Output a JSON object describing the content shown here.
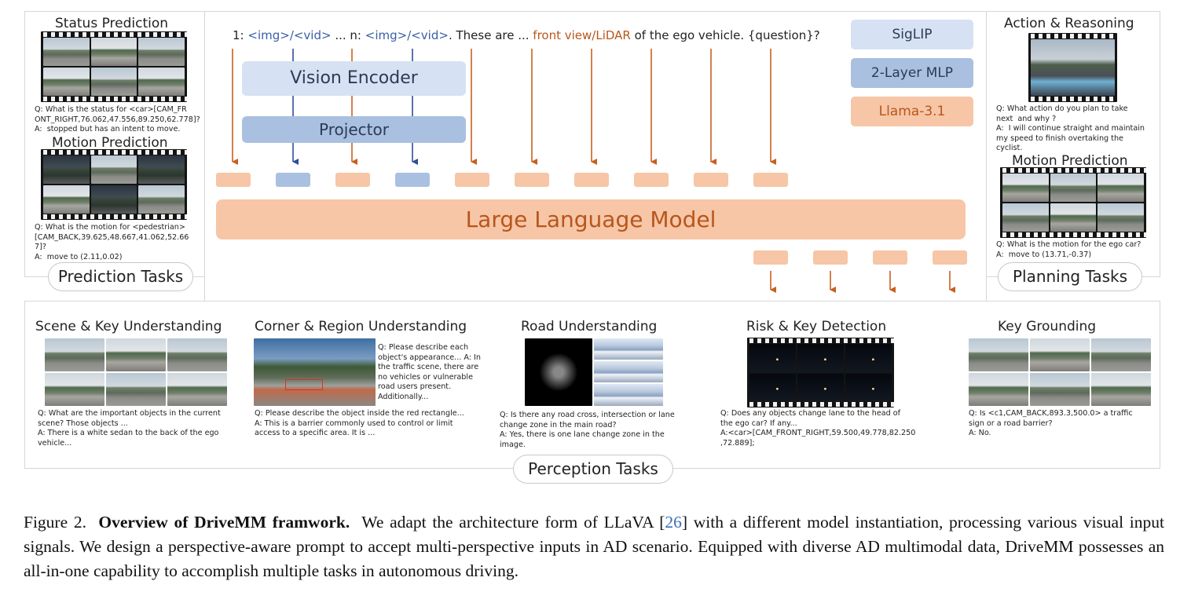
{
  "prompt": {
    "p1": "1: ",
    "p2": "<img>/<vid>",
    "p3": " ... n: ",
    "p4": "<img>/<vid>",
    "p5": ". These are ... ",
    "p6": "front view/LiDAR",
    "p7": " of the ego vehicle. {question}?"
  },
  "architecture": {
    "vision_encoder": "Vision Encoder",
    "projector": "Projector",
    "llm": "Large Language Model"
  },
  "legend": {
    "siglip": "SigLIP",
    "mlp": "2-Layer MLP",
    "llama": "Llama-3.1"
  },
  "prediction": {
    "pill": "Prediction Tasks",
    "status": {
      "title": "Status Prediction",
      "q": "Q: What is the status for <car>[CAM_FR\nONT_RIGHT,76.062,47.556,89.250,62.778]?",
      "a": "A:  stopped but has an intent to move."
    },
    "motion": {
      "title": "Motion Prediction",
      "q": "Q: What is the motion for <pedestrian>\n[CAM_BACK,39.625,48.667,41.062,52.66\n7]?",
      "a": "A:  move to (2.11,0.02)"
    }
  },
  "planning": {
    "pill": "Planning Tasks",
    "action": {
      "title": "Action & Reasoning",
      "q": "Q: What action do you plan to take\nnext  and why ?",
      "a": "A:  I will continue straight and maintain\nmy speed to finish overtaking the\ncyclist."
    },
    "motion": {
      "title": "Motion Prediction",
      "q": "Q: What is the motion for the ego car?",
      "a": "A:  move to (13.71,-0.37)"
    }
  },
  "perception": {
    "pill": "Perception Tasks",
    "scene": {
      "title": "Scene & Key Understanding",
      "q": "Q: What are the important objects in the current\nscene? Those objects ...",
      "a": "A: There is a white sedan to the back of the ego\nvehicle..."
    },
    "corner": {
      "title": "Corner & Region Understanding",
      "side": "Q: Please describe each\nobject's appearance...\nA: In the traffic scene,\nthere are no vehicles or\nvulnerable road users\npresent. Additionally...",
      "q": "Q: Please describe the object inside the red rectangle...",
      "a": "A: This is a barrier commonly used to control or limit\naccess to a specific area. It is ..."
    },
    "road": {
      "title": "Road Understanding",
      "q": "Q: Is there any road cross, intersection or lane\nchange zone in the main road?",
      "a": "A: Yes, there is one lane change zone in the\nimage."
    },
    "risk": {
      "title": "Risk & Key Detection",
      "q": "Q: Does any objects change lane to the head of\nthe ego car? If any...",
      "a": "A:<car>[CAM_FRONT_RIGHT,59.500,49.778,82.250\n,72.889];"
    },
    "grounding": {
      "title": "Key Grounding",
      "q": "Q: Is <c1,CAM_BACK,893.3,500.0> a traffic\nsign or a road barrier?",
      "a": "A: No."
    }
  },
  "caption": {
    "label": "Figure 2.",
    "bold": "Overview of DriveMM framwork.",
    "t1": "We adapt the architecture form of LLaVA [",
    "ref": "26",
    "t2": "] with a different model instantiation, processing various visual input signals. We design a perspective-aware prompt to accept multi-perspective inputs in AD scenario. Equipped with diverse AD multimodal data, DriveMM possesses an all-in-one capability to accomplish multiple tasks in autonomous driving."
  },
  "colors": {
    "orange": "#c8601e",
    "blue": "#2f4f9a",
    "llm_fill": "#f6c6a6",
    "encoder_fill": "#d6e2f3",
    "projector_fill": "#a9c0e0"
  }
}
